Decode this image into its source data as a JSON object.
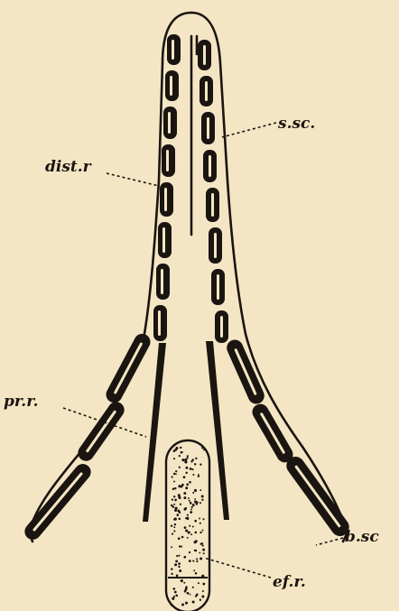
{
  "figure": {
    "labels": {
      "dist_r": "dist.r",
      "s_sc": "s.sc.",
      "pr_r": "pr.r.",
      "b_sc": "b.sc",
      "ef_r": "ef.r."
    }
  }
}
